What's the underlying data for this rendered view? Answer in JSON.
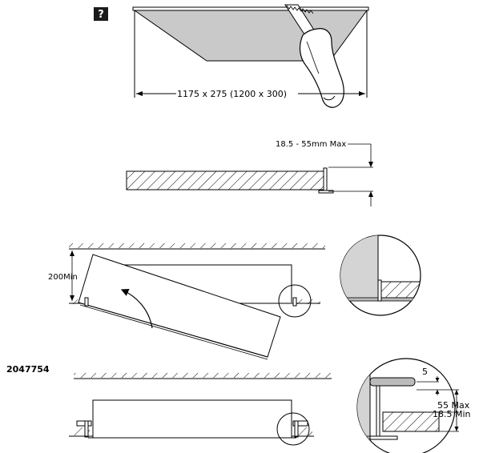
{
  "help_badge": "?",
  "panel_dimension": "1175 x 275 (1200 x 300)",
  "tile_thickness": "18.5 - 55mm Max",
  "clearance_label": "200Min",
  "product_code": "2047754",
  "detail_labels": {
    "lip": "5",
    "max": "55 Max",
    "min": "18.5 Min"
  },
  "colors": {
    "panel_fill": "#c9c9c9",
    "detail_fill": "#d4d4d4",
    "line": "#000000"
  }
}
